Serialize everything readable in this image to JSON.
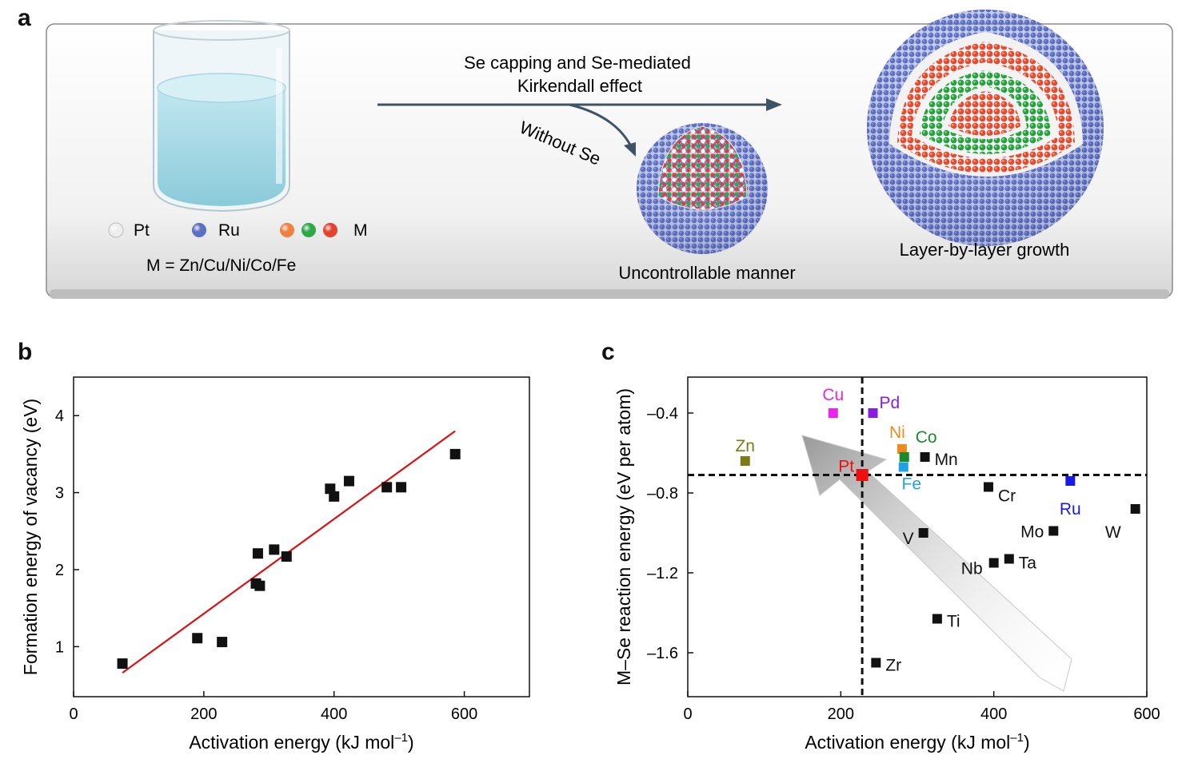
{
  "panels": {
    "a": "a",
    "b": "b",
    "c": "c"
  },
  "schematic": {
    "legend_pt": "Pt",
    "legend_ru": "Ru",
    "legend_m": "M",
    "m_definition": "M = Zn/Cu/Ni/Co/Fe",
    "arrow_top_line1": "Se capping and Se-mediated",
    "arrow_top_line2": "Kirkendall effect",
    "arrow_without": "Without Se",
    "label_uncontrollable": "Uncontrollable manner",
    "label_layer": "Layer-by-layer growth",
    "colors": {
      "ru": "#5b6fc4",
      "pt": "#f2f2f2",
      "m_red": "#e6412c",
      "m_green": "#2fa84a",
      "m_orange": "#ee8040",
      "arrow": "#3e5466"
    }
  },
  "chart_data": [
    {
      "type": "scatter",
      "xlabel": "Activation energy (kJ mol",
      "xlabel_sup": "–1",
      "xlabel_close": ")",
      "ylabel": "Formation energy of vacancy (eV)",
      "xlim": [
        0,
        700
      ],
      "ylim": [
        0.35,
        4.5
      ],
      "xticks": [
        0,
        200,
        400,
        600
      ],
      "yticks": [
        1,
        2,
        3,
        4
      ],
      "grid": false,
      "points": [
        {
          "x": 75,
          "y": 0.78
        },
        {
          "x": 190,
          "y": 1.11
        },
        {
          "x": 228,
          "y": 1.06
        },
        {
          "x": 280,
          "y": 1.82
        },
        {
          "x": 283,
          "y": 2.21
        },
        {
          "x": 286,
          "y": 1.79
        },
        {
          "x": 308,
          "y": 2.26
        },
        {
          "x": 327,
          "y": 2.17
        },
        {
          "x": 394,
          "y": 3.05
        },
        {
          "x": 400,
          "y": 2.95
        },
        {
          "x": 423,
          "y": 3.15
        },
        {
          "x": 481,
          "y": 3.07
        },
        {
          "x": 503,
          "y": 3.07
        },
        {
          "x": 586,
          "y": 3.5
        }
      ],
      "fit_line": {
        "x": [
          75,
          586
        ],
        "y": [
          0.66,
          3.8
        ],
        "color": "#e01010"
      }
    },
    {
      "type": "scatter",
      "xlabel": "Activation energy (kJ mol",
      "xlabel_sup": "–1",
      "xlabel_close": ")",
      "ylabel": "M–Se reaction energy (eV per atom)",
      "xlim": [
        0,
        600
      ],
      "ylim": [
        -1.82,
        -0.22
      ],
      "xticks": [
        0,
        200,
        400,
        600
      ],
      "yticks": [
        -0.4,
        -0.8,
        -1.2,
        -1.6
      ],
      "ytick_labels": [
        "–0.4",
        "–0.8",
        "–1.2",
        "–1.6"
      ],
      "grid": false,
      "ref_lines": {
        "x": 228,
        "y": -0.71
      },
      "points": [
        {
          "label": "Cu",
          "x": 190,
          "y": -0.4,
          "color": "#ee22ee"
        },
        {
          "label": "Pd",
          "x": 242,
          "y": -0.4,
          "color": "#8a1ae6"
        },
        {
          "label": "Zn",
          "x": 75,
          "y": -0.64,
          "color": "#7c7a14"
        },
        {
          "label": "Ni",
          "x": 280,
          "y": -0.58,
          "color": "#f08a1e"
        },
        {
          "label": "Co",
          "x": 283,
          "y": -0.62,
          "color": "#1c8a2a"
        },
        {
          "label": "Mn",
          "x": 310,
          "y": -0.62,
          "color": "#111111"
        },
        {
          "label": "Pt",
          "x": 228,
          "y": -0.71,
          "color": "#ee1010"
        },
        {
          "label": "Fe",
          "x": 282,
          "y": -0.67,
          "color": "#1fa2e6"
        },
        {
          "label": "Cr",
          "x": 393,
          "y": -0.77,
          "color": "#111111"
        },
        {
          "label": "Ru",
          "x": 500,
          "y": -0.74,
          "color": "#1a1ae6"
        },
        {
          "label": "W",
          "x": 585,
          "y": -0.88,
          "color": "#111111"
        },
        {
          "label": "Mo",
          "x": 478,
          "y": -0.99,
          "color": "#111111"
        },
        {
          "label": "V",
          "x": 308,
          "y": -1.0,
          "color": "#111111"
        },
        {
          "label": "Nb",
          "x": 400,
          "y": -1.15,
          "color": "#111111"
        },
        {
          "label": "Ta",
          "x": 420,
          "y": -1.13,
          "color": "#111111"
        },
        {
          "label": "Ti",
          "x": 326,
          "y": -1.43,
          "color": "#111111"
        },
        {
          "label": "Zr",
          "x": 246,
          "y": -1.65,
          "color": "#111111"
        }
      ]
    }
  ]
}
